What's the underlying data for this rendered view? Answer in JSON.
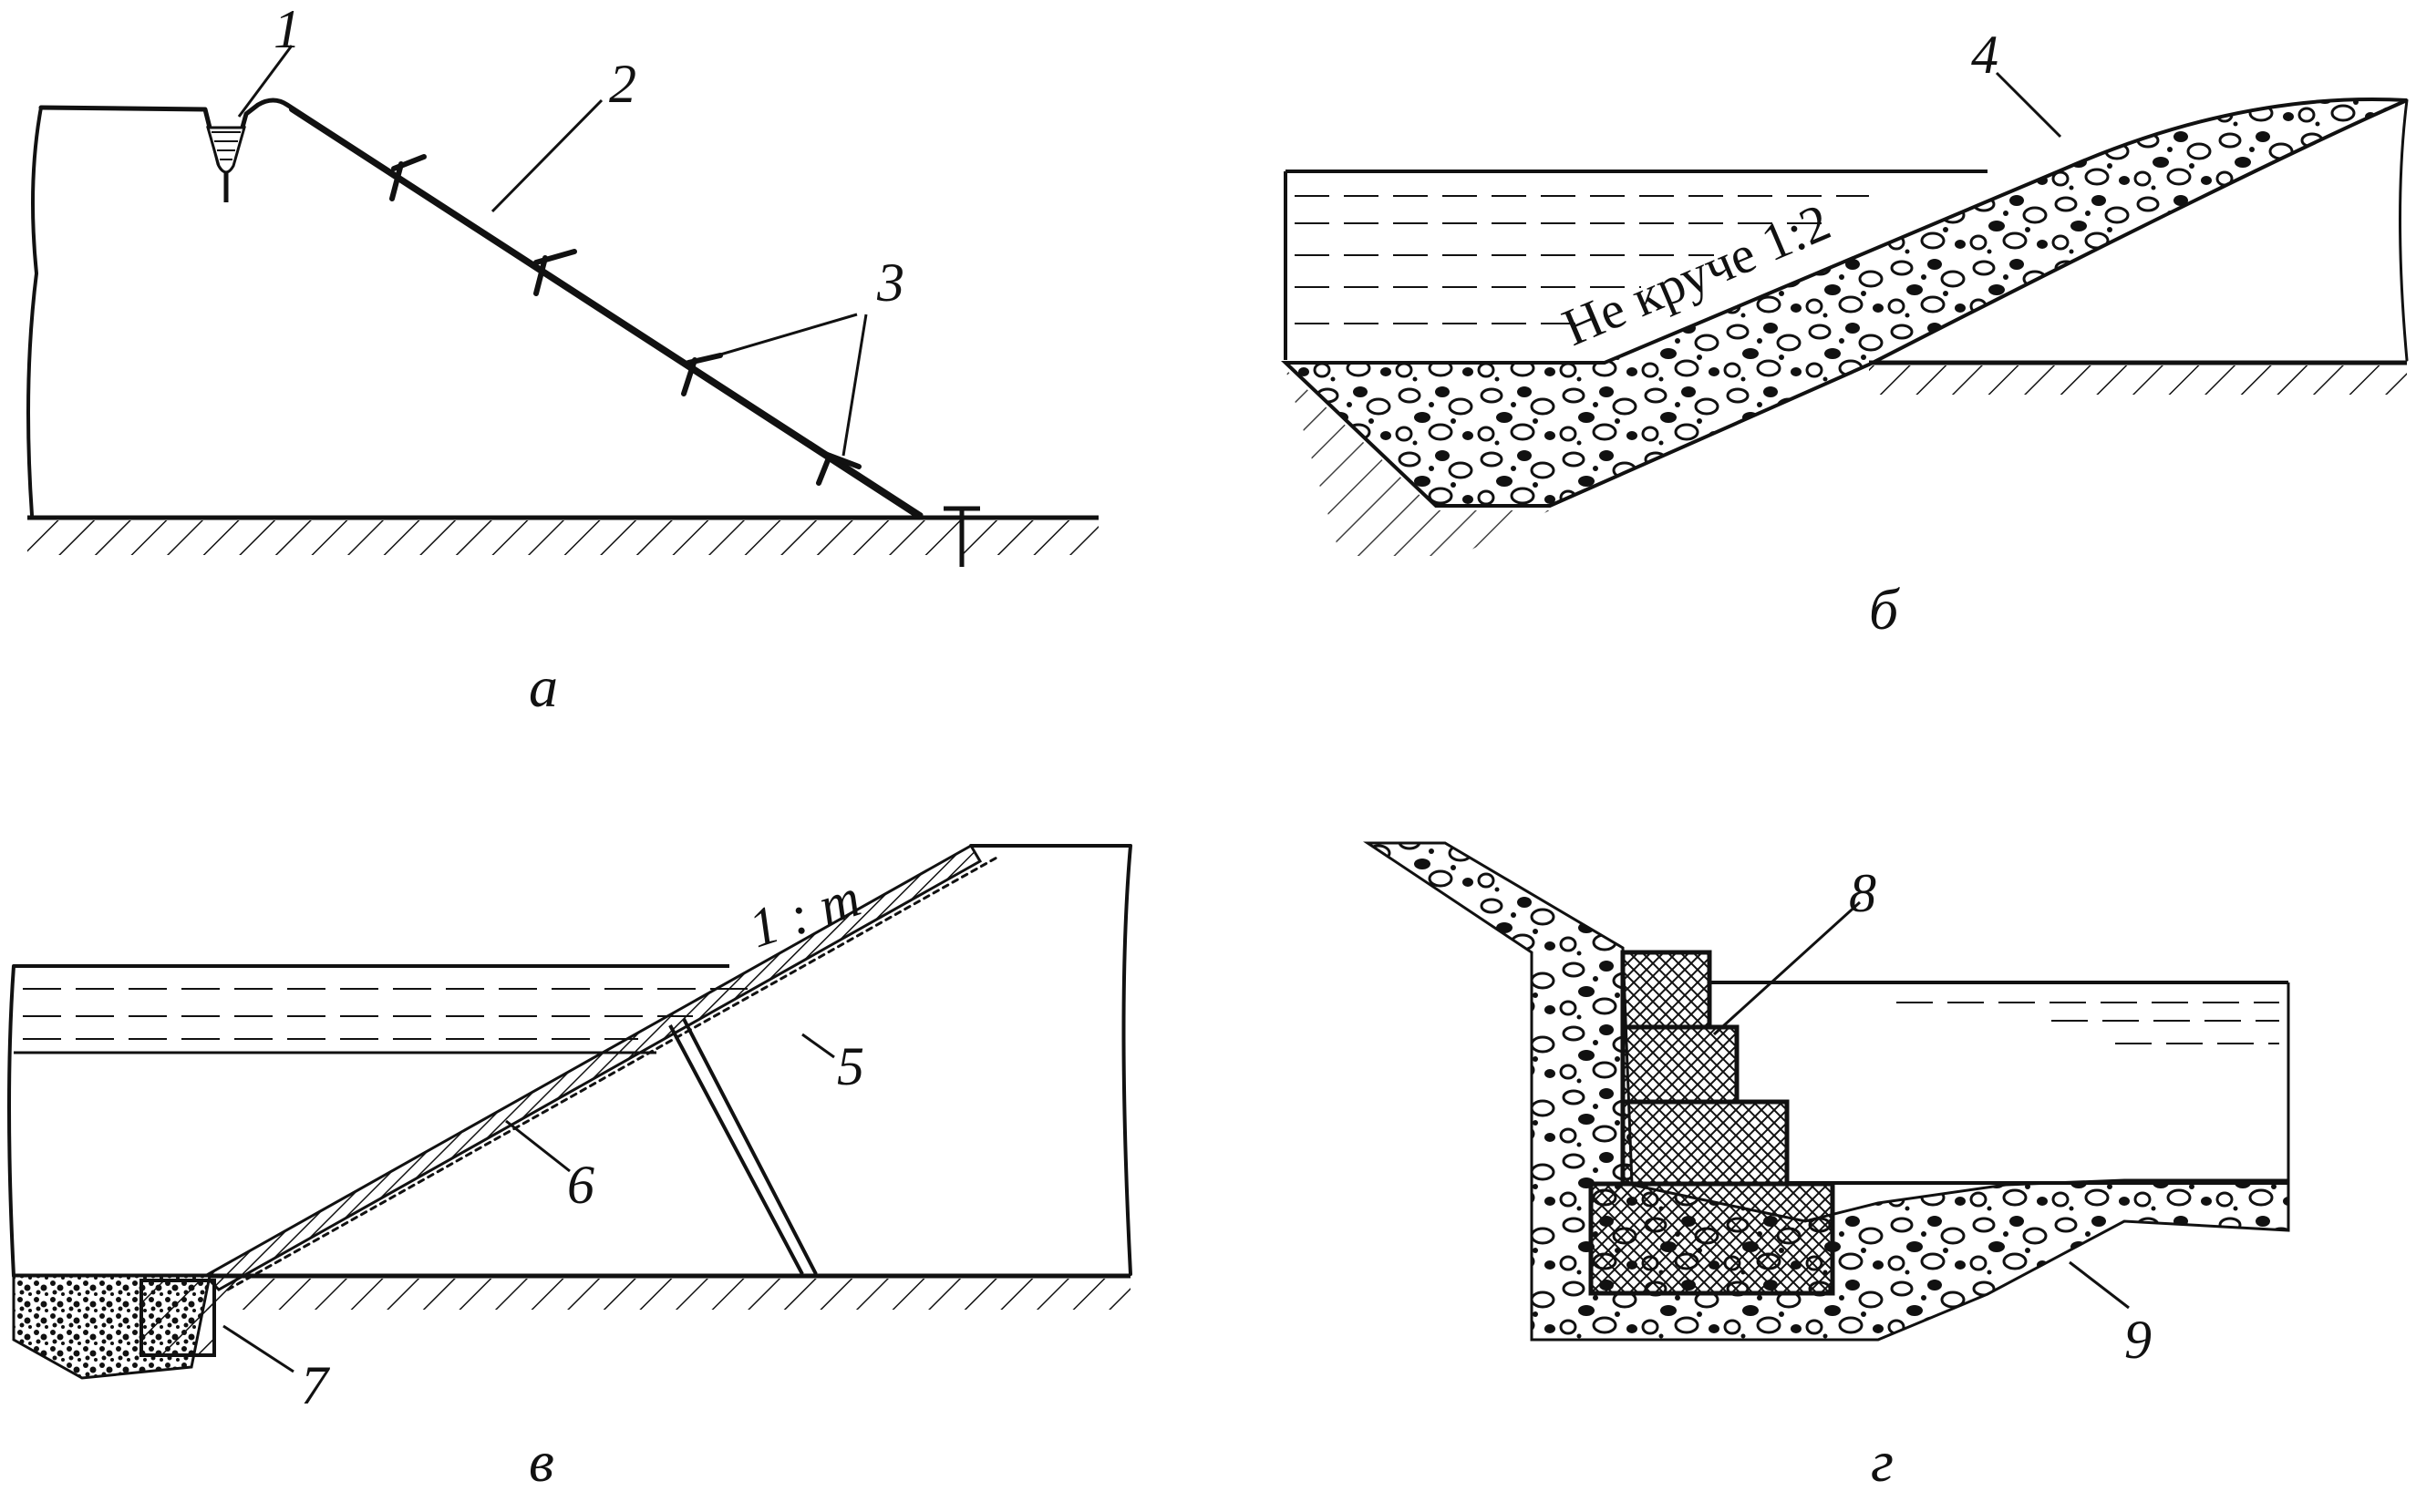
{
  "panels": {
    "a": {
      "caption": "а",
      "labels": {
        "n1": "1",
        "n2": "2",
        "n3": "3"
      }
    },
    "b": {
      "caption": "б",
      "labels": {
        "n4": "4"
      },
      "slope_text": "Не круче 1:2"
    },
    "v": {
      "caption": "в",
      "labels": {
        "n5": "5",
        "n6": "6",
        "n7": "7"
      },
      "slope_text": "1 : m"
    },
    "g": {
      "caption": "г",
      "labels": {
        "n8": "8",
        "n9": "9"
      }
    }
  }
}
